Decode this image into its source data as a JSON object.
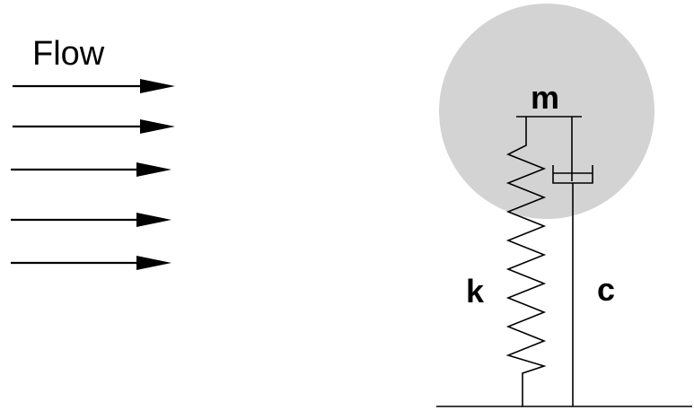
{
  "labels": {
    "flow": "Flow",
    "mass": "m",
    "spring": "k",
    "damper": "c"
  },
  "colors": {
    "body": "#d3d3d3",
    "ink": "#000000",
    "background": "#ffffff"
  },
  "flow_arrow_count": 5
}
